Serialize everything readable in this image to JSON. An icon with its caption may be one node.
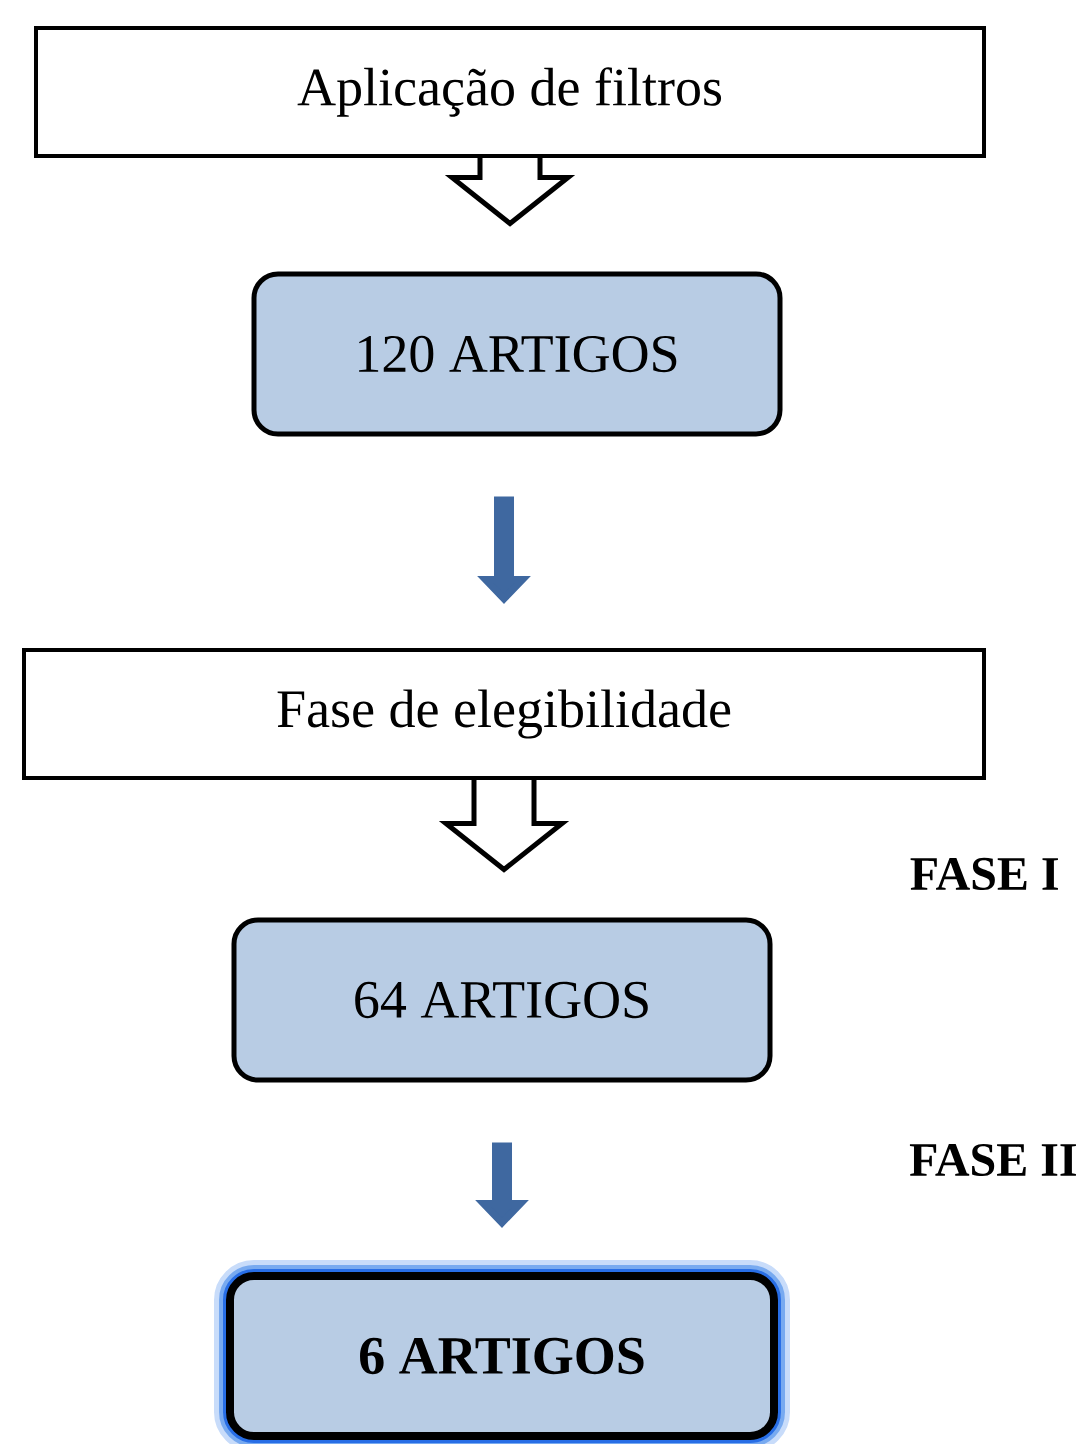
{
  "diagram": {
    "nodes": [
      {
        "text": [
          "Aplicação de filtros"
        ]
      },
      {
        "text": [
          "120 ARTIGOS"
        ]
      },
      {
        "text": [
          "Fase de elegibilidade"
        ]
      },
      {
        "text": [
          "64 ARTIGOS"
        ]
      },
      {
        "text": [
          "6 ARTIGOS"
        ]
      }
    ],
    "edges": [
      {
        "from": 0,
        "to": 1,
        "arrow": "to"
      },
      {
        "from": 1,
        "to": 2,
        "arrow": "to",
        "color": "#3f68a0"
      },
      {
        "from": 2,
        "to": 3,
        "arrow": "to"
      },
      {
        "from": 3,
        "to": 4,
        "arrow": "to",
        "color": "#3f68a0"
      }
    ],
    "labels": [
      "FASE I",
      "FASE II"
    ]
  }
}
